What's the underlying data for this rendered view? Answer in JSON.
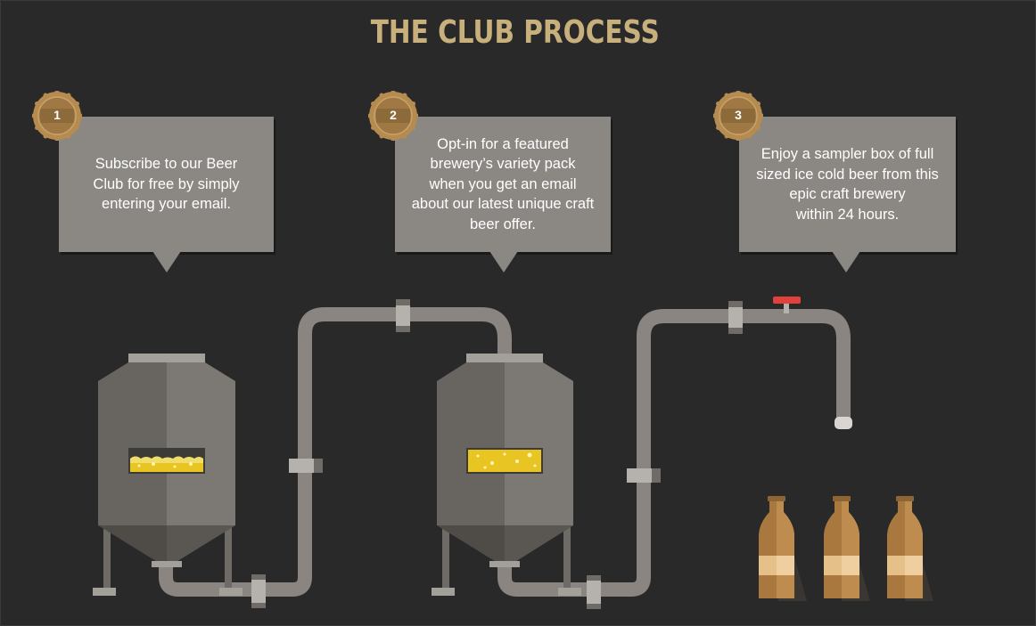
{
  "header": {
    "title": "THE CLUB PROCESS"
  },
  "steps": [
    {
      "number": "1",
      "text": "Subscribe to our Beer\nClub for free by simply\nentering your email."
    },
    {
      "number": "2",
      "text": "Opt-in for a featured\nbrewery’s variety pack\nwhen you get an email\nabout our latest unique craft\nbeer offer."
    },
    {
      "number": "3",
      "text": "Enjoy a sampler box of full\nsized ice cold beer from this\nepic craft brewery\nwithin 24 hours."
    }
  ],
  "colors": {
    "background": "#292929",
    "title": "#c8b07c",
    "bubble": "#8b8782",
    "badge": "#b68b4f",
    "badge_dark": "#8d6a3a",
    "pipe": "#8a8580",
    "tank_light": "#7b7771",
    "tank_dark": "#5e5a55",
    "beer": "#e8c522",
    "bottle": "#a9783f",
    "bottle_label": "#e6c089",
    "valve": "#e0413b"
  },
  "icons": {
    "badge": "bottle-cap-badge-icon",
    "tank": "fermentation-tank-icon",
    "pipe": "pipe-icon",
    "bottle": "beer-bottle-icon",
    "valve": "tap-valve-icon"
  }
}
